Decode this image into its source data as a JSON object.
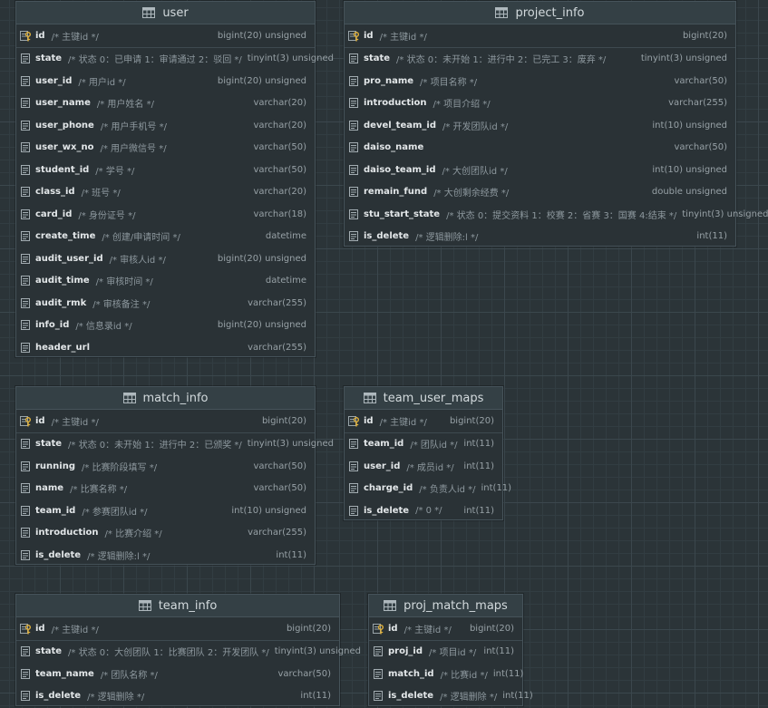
{
  "tables": {
    "user": {
      "name": "user",
      "columns": [
        {
          "name": "id",
          "comment": "/* 主键id */",
          "type": "bigint(20) unsigned",
          "icon": "primary-key-icon"
        },
        {
          "name": "state",
          "comment": "/* 状态 0：已申请 1：审请通过 2：驳回 */",
          "type": "tinyint(3) unsigned",
          "icon": "column-icon"
        },
        {
          "name": "user_id",
          "comment": "/* 用户id */",
          "type": "bigint(20) unsigned",
          "icon": "column-icon"
        },
        {
          "name": "user_name",
          "comment": "/* 用户姓名 */",
          "type": "varchar(20)",
          "icon": "column-icon"
        },
        {
          "name": "user_phone",
          "comment": "/* 用户手机号 */",
          "type": "varchar(20)",
          "icon": "column-icon"
        },
        {
          "name": "user_wx_no",
          "comment": "/* 用户微信号 */",
          "type": "varchar(50)",
          "icon": "column-icon"
        },
        {
          "name": "student_id",
          "comment": "/* 学号 */",
          "type": "varchar(50)",
          "icon": "column-icon"
        },
        {
          "name": "class_id",
          "comment": "/* 班号 */",
          "type": "varchar(20)",
          "icon": "column-icon"
        },
        {
          "name": "card_id",
          "comment": "/* 身份证号 */",
          "type": "varchar(18)",
          "icon": "column-icon"
        },
        {
          "name": "create_time",
          "comment": "/* 创建/申请时间 */",
          "type": "datetime",
          "icon": "column-icon"
        },
        {
          "name": "audit_user_id",
          "comment": "/* 审核人id */",
          "type": "bigint(20) unsigned",
          "icon": "column-icon"
        },
        {
          "name": "audit_time",
          "comment": "/* 审核时间 */",
          "type": "datetime",
          "icon": "column-icon"
        },
        {
          "name": "audit_rmk",
          "comment": "/* 审核备注 */",
          "type": "varchar(255)",
          "icon": "column-icon"
        },
        {
          "name": "info_id",
          "comment": "/* 信息录id */",
          "type": "bigint(20) unsigned",
          "icon": "column-icon"
        },
        {
          "name": "header_url",
          "comment": "",
          "type": "varchar(255)",
          "icon": "column-icon"
        }
      ]
    },
    "project_info": {
      "name": "project_info",
      "columns": [
        {
          "name": "id",
          "comment": "/* 主键id */",
          "type": "bigint(20)",
          "icon": "primary-key-icon"
        },
        {
          "name": "state",
          "comment": "/* 状态 0：未开始 1：进行中 2：已完工 3：废弃 */",
          "type": "tinyint(3) unsigned",
          "icon": "column-icon"
        },
        {
          "name": "pro_name",
          "comment": "/* 项目名称 */",
          "type": "varchar(50)",
          "icon": "column-icon"
        },
        {
          "name": "introduction",
          "comment": "/* 项目介绍 */",
          "type": "varchar(255)",
          "icon": "column-icon"
        },
        {
          "name": "devel_team_id",
          "comment": "/* 开发团队id */",
          "type": "int(10) unsigned",
          "icon": "column-icon"
        },
        {
          "name": "daiso_name",
          "comment": "",
          "type": "varchar(50)",
          "icon": "column-icon"
        },
        {
          "name": "daiso_team_id",
          "comment": "/* 大创团队id */",
          "type": "int(10) unsigned",
          "icon": "column-icon"
        },
        {
          "name": "remain_fund",
          "comment": "/* 大创剩余经费 */",
          "type": "double unsigned",
          "icon": "column-icon"
        },
        {
          "name": "stu_start_state",
          "comment": "/* 状态 0：提交资料 1：校赛 2：省赛 3：国赛 4:结束 */",
          "type": "tinyint(3) unsigned",
          "icon": "column-icon"
        },
        {
          "name": "is_delete",
          "comment": "/* 逻辑删除:l */",
          "type": "int(11)",
          "icon": "column-icon"
        }
      ]
    },
    "match_info": {
      "name": "match_info",
      "columns": [
        {
          "name": "id",
          "comment": "/* 主键id */",
          "type": "bigint(20)",
          "icon": "primary-key-icon"
        },
        {
          "name": "state",
          "comment": "/* 状态 0：未开始 1：进行中 2：已颁奖 */",
          "type": "tinyint(3) unsigned",
          "icon": "column-icon"
        },
        {
          "name": "running",
          "comment": "/* 比赛阶段填写 */",
          "type": "varchar(50)",
          "icon": "column-icon"
        },
        {
          "name": "name",
          "comment": "/* 比赛名称 */",
          "type": "varchar(50)",
          "icon": "column-icon"
        },
        {
          "name": "team_id",
          "comment": "/* 参赛团队id */",
          "type": "int(10) unsigned",
          "icon": "column-icon"
        },
        {
          "name": "introduction",
          "comment": "/* 比赛介绍 */",
          "type": "varchar(255)",
          "icon": "column-icon"
        },
        {
          "name": "is_delete",
          "comment": "/* 逻辑删除:l */",
          "type": "int(11)",
          "icon": "column-icon"
        }
      ]
    },
    "team_user_maps": {
      "name": "team_user_maps",
      "columns": [
        {
          "name": "id",
          "comment": "/* 主键id */",
          "type": "bigint(20)",
          "icon": "primary-key-icon"
        },
        {
          "name": "team_id",
          "comment": "/* 团队id */",
          "type": "int(11)",
          "icon": "column-icon"
        },
        {
          "name": "user_id",
          "comment": "/* 成员id */",
          "type": "int(11)",
          "icon": "column-icon"
        },
        {
          "name": "charge_id",
          "comment": "/* 负责人id */",
          "type": "int(11)",
          "icon": "column-icon"
        },
        {
          "name": "is_delete",
          "comment": "/* 0 */",
          "type": "int(11)",
          "icon": "column-icon"
        }
      ]
    },
    "team_info": {
      "name": "team_info",
      "columns": [
        {
          "name": "id",
          "comment": "/* 主键id */",
          "type": "bigint(20)",
          "icon": "primary-key-icon"
        },
        {
          "name": "state",
          "comment": "/* 状态 0：大创团队 1：比赛团队 2：开发团队 */",
          "type": "tinyint(3) unsigned",
          "icon": "column-icon"
        },
        {
          "name": "team_name",
          "comment": "/* 团队名称 */",
          "type": "varchar(50)",
          "icon": "column-icon"
        },
        {
          "name": "is_delete",
          "comment": "/* 逻辑删除 */",
          "type": "int(11)",
          "icon": "column-icon"
        }
      ]
    },
    "proj_match_maps": {
      "name": "proj_match_maps",
      "columns": [
        {
          "name": "id",
          "comment": "/* 主键id */",
          "type": "bigint(20)",
          "icon": "primary-key-icon"
        },
        {
          "name": "proj_id",
          "comment": "/* 项目id */",
          "type": "int(11)",
          "icon": "column-icon"
        },
        {
          "name": "match_id",
          "comment": "/* 比赛id */",
          "type": "int(11)",
          "icon": "column-icon"
        },
        {
          "name": "is_delete",
          "comment": "/* 逻辑删除 */",
          "type": "int(11)",
          "icon": "column-icon"
        }
      ]
    }
  }
}
